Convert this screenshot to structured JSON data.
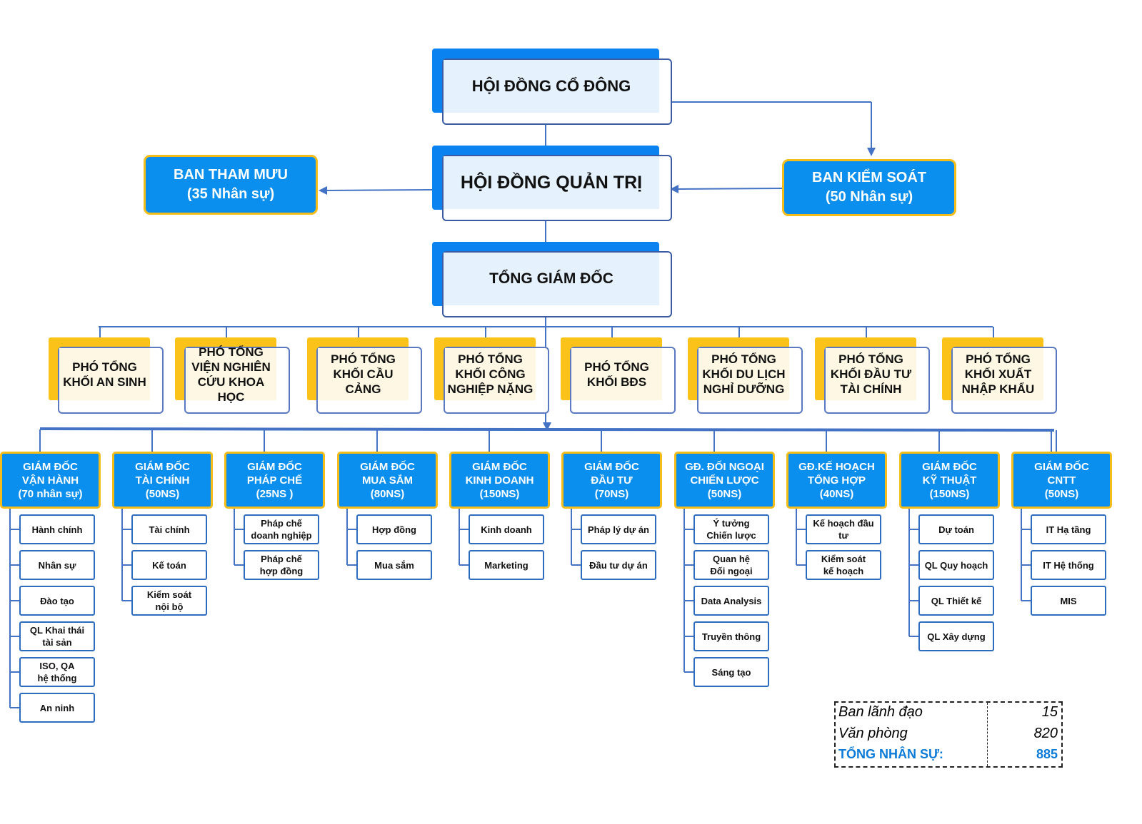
{
  "top": {
    "shareholders": "HỘI ĐỒNG CỔ ĐÔNG",
    "board": "HỘI ĐỒNG QUẢN TRỊ",
    "ceo": "TỔNG GIÁM ĐỐC"
  },
  "advisory": {
    "title": "BAN THAM MƯU",
    "count": "(35 Nhân sự)"
  },
  "control": {
    "title": "BAN KIỂM SOÁT",
    "count": "(50 Nhân sự)"
  },
  "vps": [
    "PHÓ TỔNG\nKHỐI AN SINH",
    "PHÓ TỔNG\nVIỆN NGHIÊN\nCỨU KHOA HỌC",
    "PHÓ TỔNG\nKHỐI CẦU\nCẢNG",
    "PHÓ TỔNG\nKHỐI CÔNG\nNGHIỆP NẶNG",
    "PHÓ TỔNG\nKHỐI BĐS",
    "PHÓ TỔNG\nKHỐI DU LỊCH\nNGHỈ DƯỠNG",
    "PHÓ TỔNG\nKHỐI ĐẦU TƯ\nTÀI CHÍNH",
    "PHÓ TỔNG\nKHỐI XUẤT\nNHẬP KHẨU"
  ],
  "directors": [
    {
      "title": "GIÁM ĐỐC\nVẬN HÀNH\n(70 nhân sự)",
      "units": [
        "Hành chính",
        "Nhân sự",
        "Đào tạo",
        "QL Khai thái\ntài sản",
        "ISO, QA\nhệ thống",
        "An ninh"
      ]
    },
    {
      "title": "GIÁM ĐỐC\nTÀI CHÍNH\n(50NS)",
      "units": [
        "Tài chính",
        "Kế toán",
        "Kiểm soát\nnội bộ"
      ]
    },
    {
      "title": "GIÁM ĐỐC\nPHÁP CHẾ\n(25NS )",
      "units": [
        "Pháp chế\ndoanh nghiệp",
        "Pháp chế\nhợp đồng"
      ]
    },
    {
      "title": "GIÁM ĐỐC\nMUA SẮM\n(80NS)",
      "units": [
        "Hợp đồng",
        "Mua sắm"
      ]
    },
    {
      "title": "GIÁM ĐỐC\nKINH DOANH\n(150NS)",
      "units": [
        "Kinh doanh",
        "Marketing"
      ]
    },
    {
      "title": "GIÁM ĐỐC\nĐẦU TƯ\n(70NS)",
      "units": [
        "Pháp lý dự án",
        "Đầu tư dự án"
      ]
    },
    {
      "title": "GĐ. ĐỐI NGOẠI\nCHIẾN LƯỢC\n(50NS)",
      "units": [
        "Ý tưởng\nChiến lược",
        "Quan hệ\nĐối ngoại",
        "Data Analysis",
        "Truyền thông",
        "Sáng tạo"
      ]
    },
    {
      "title": "GĐ.KẾ HOẠCH\nTỔNG HỢP\n(40NS)",
      "units": [
        "Kế hoạch đầu\ntư",
        "Kiểm soát\nkế hoạch"
      ]
    },
    {
      "title": "GIÁM ĐỐC\nKỸ THUẬT\n(150NS)",
      "units": [
        "Dự toán",
        "QL Quy hoạch",
        "QL Thiết kế",
        "QL Xây dựng"
      ]
    },
    {
      "title": "GIÁM ĐỐC\nCNTT\n(50NS)",
      "units": [
        "IT Hạ tầng",
        "IT Hệ thống",
        "MIS"
      ]
    }
  ],
  "summary": {
    "leadership_label": "Ban lãnh đạo",
    "leadership_value": "15",
    "office_label": "Văn phòng",
    "office_value": "820",
    "total_label": "TỔNG NHÂN SỰ:",
    "total_value": "885"
  },
  "colors": {
    "blue": "#0a8fef",
    "gold": "#f4bd1a",
    "line": "#4472c4"
  }
}
